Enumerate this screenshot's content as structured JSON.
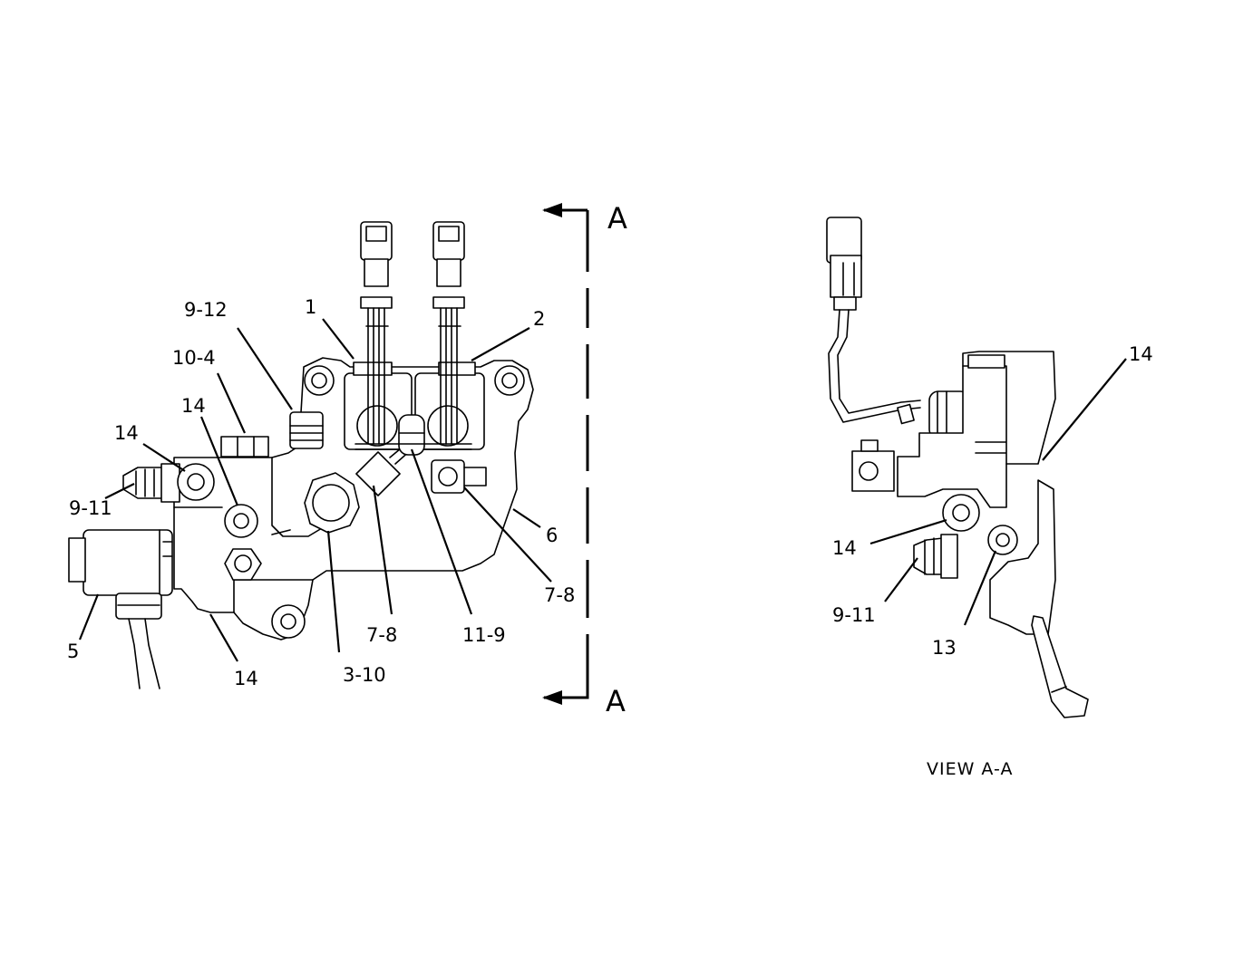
{
  "main_view": {
    "callouts": [
      "9-12",
      "1",
      "2",
      "10-4",
      "14",
      "14",
      "9-11",
      "6",
      "7-8",
      "7-8",
      "11-9",
      "5",
      "14",
      "3-10"
    ],
    "section_marks": [
      "A",
      "A"
    ]
  },
  "side_view": {
    "callouts": [
      "14",
      "14",
      "9-11",
      "13"
    ],
    "caption": "VIEW A-A"
  }
}
